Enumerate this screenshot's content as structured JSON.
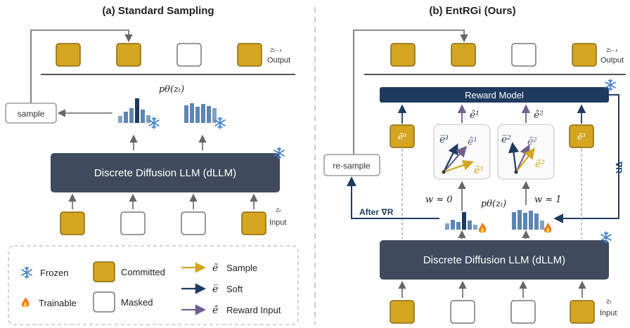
{
  "colors": {
    "committed": "#d4a521",
    "committed_border": "#8a6a10",
    "masked_border": "#777777",
    "dllm": "#3f4a5e",
    "reward": "#1f3a5f",
    "gold_arrow": "#d4a521",
    "navy_arrow": "#1f3a5f",
    "purple_arrow": "#6f5f8f",
    "bar_light": "#7fa2c6",
    "bar_mid": "#5d85b3",
    "bar_dark": "#1f3a5f",
    "divider": "#cccccc",
    "legend_border": "#bbbbbb"
  },
  "icons": [
    "snowflake-icon",
    "flame-icon"
  ],
  "panel_a": {
    "title": "(a) Standard Sampling",
    "output_label": "Output",
    "output_var": "zₜ₋₁",
    "input_label": "Input",
    "input_var": "zₜ",
    "dist_label": "pθ(zₜ)",
    "sample_label": "sample",
    "dllm_label": "Discrete Diffusion LLM (dLLM)",
    "output_tokens": [
      "committed",
      "committed",
      "masked",
      "committed"
    ],
    "input_tokens": [
      "committed",
      "masked",
      "masked",
      "committed"
    ]
  },
  "panel_b": {
    "title": "(b) EntRGi (Ours)",
    "output_label": "Output",
    "output_var": "zₜ₋₁",
    "input_label": "Input",
    "input_var": "zₜ",
    "reward_label": "Reward Model",
    "resample_label": "re-sample",
    "after_label": "After ∇R",
    "grad_label": "∇R",
    "dist_label": "pθ(zₜ)",
    "w0_label": "w ≈ 0",
    "w1_label": "w ≈ 1",
    "dllm_label": "Discrete Diffusion LLM (dLLM)",
    "e_tilde_0": "ẽ⁰",
    "e_tilde_3": "ẽ³",
    "e_hat_1": "ê¹",
    "e_hat_2": "ê²",
    "vec1": {
      "bar": "e̅¹",
      "hat": "ê¹",
      "tilde": "ẽ¹"
    },
    "vec2": {
      "bar": "e̅²",
      "hat": "ê²",
      "tilde": "ẽ²"
    },
    "output_tokens": [
      "committed",
      "committed",
      "masked",
      "committed"
    ],
    "input_tokens": [
      "committed",
      "masked",
      "masked",
      "committed"
    ]
  },
  "legend": {
    "frozen": "Frozen",
    "trainable": "Trainable",
    "committed": "Committed",
    "masked": "Masked",
    "sample_sym": "ẽ",
    "sample": "Sample",
    "soft_sym": "e̅",
    "soft": "Soft",
    "reward_sym": "ê",
    "reward_input": "Reward Input"
  }
}
